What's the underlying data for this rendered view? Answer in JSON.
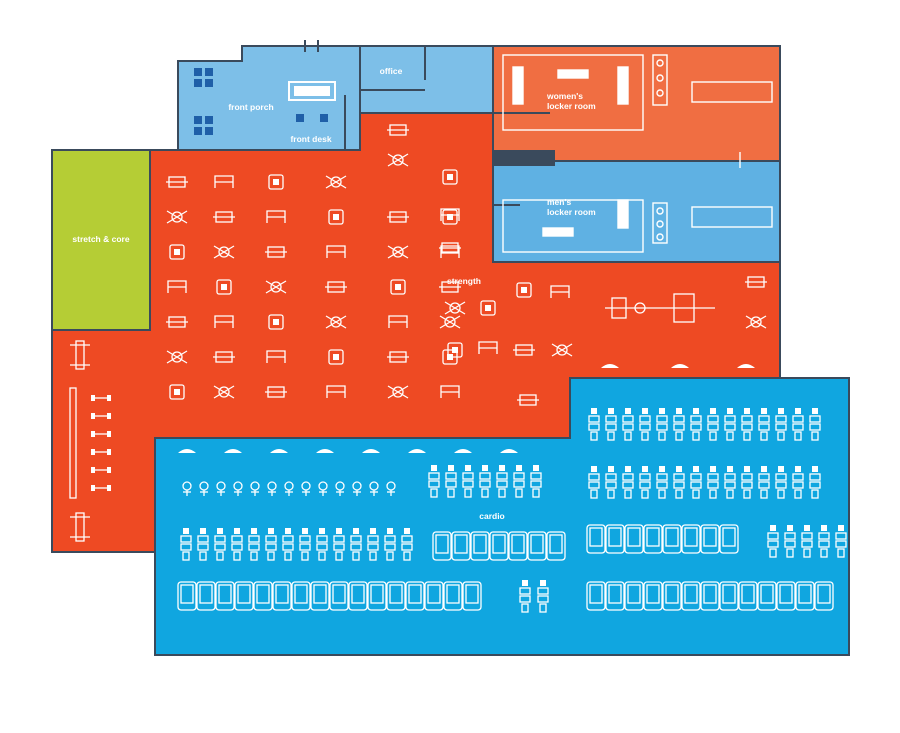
{
  "floorplan": {
    "rooms": {
      "stretch_core": "stretch & core",
      "front_porch": "front porch",
      "front_desk": "front desk",
      "office": "office",
      "womens_locker_room": [
        "women's",
        "locker room"
      ],
      "mens_locker_room": [
        "men's",
        "locker room"
      ],
      "strength": "strength",
      "cardio": "cardio"
    },
    "colors": {
      "background": "#ffffff",
      "outline": "#3a4a5c",
      "stretch_core": "#b5cd35",
      "strength": "#ee4a23",
      "womens_locker_room": "#f06e42",
      "mens_locker_room": "#5fb1e3",
      "front_porch": "#7dbfe8",
      "cardio": "#10a6e0",
      "divider": "#3a4a5c"
    }
  }
}
